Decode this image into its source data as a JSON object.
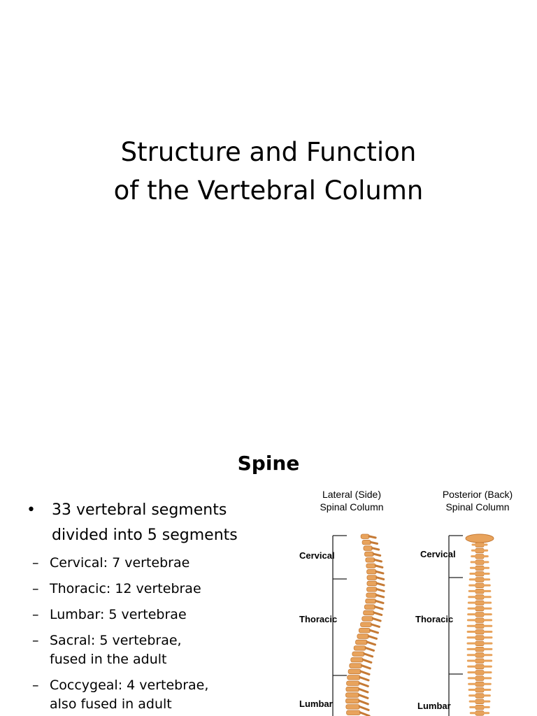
{
  "slide1": {
    "title_line1": "Structure and Function",
    "title_line2": "of the Vertebral Column"
  },
  "slide2": {
    "title": "Spine",
    "main_bullet": {
      "line1": "33 vertebral segments",
      "line2": "divided into 5 segments"
    },
    "sub_bullets": [
      {
        "line1": "Cervical: 7 vertebrae"
      },
      {
        "line1": "Thoracic: 12 vertebrae"
      },
      {
        "line1": "Lumbar: 5 vertebrae"
      },
      {
        "line1": "Sacral: 5 vertebrae,",
        "line2": "fused in the adult"
      },
      {
        "line1": "Coccygeal: 4 vertebrae,",
        "line2": "also fused in adult"
      }
    ],
    "figure": {
      "lateral_heading_line1": "Lateral (Side)",
      "lateral_heading_line2": "Spinal Column",
      "posterior_heading_line1": "Posterior (Back)",
      "posterior_heading_line2": "Spinal Column",
      "lateral_labels": [
        "Cervical",
        "Thoracic",
        "Lumbar"
      ],
      "posterior_labels": [
        "Cervical",
        "Thoracic",
        "Lumbar"
      ],
      "bone_color": "#e8a35c",
      "bone_shadow_color": "#c57a35"
    }
  }
}
